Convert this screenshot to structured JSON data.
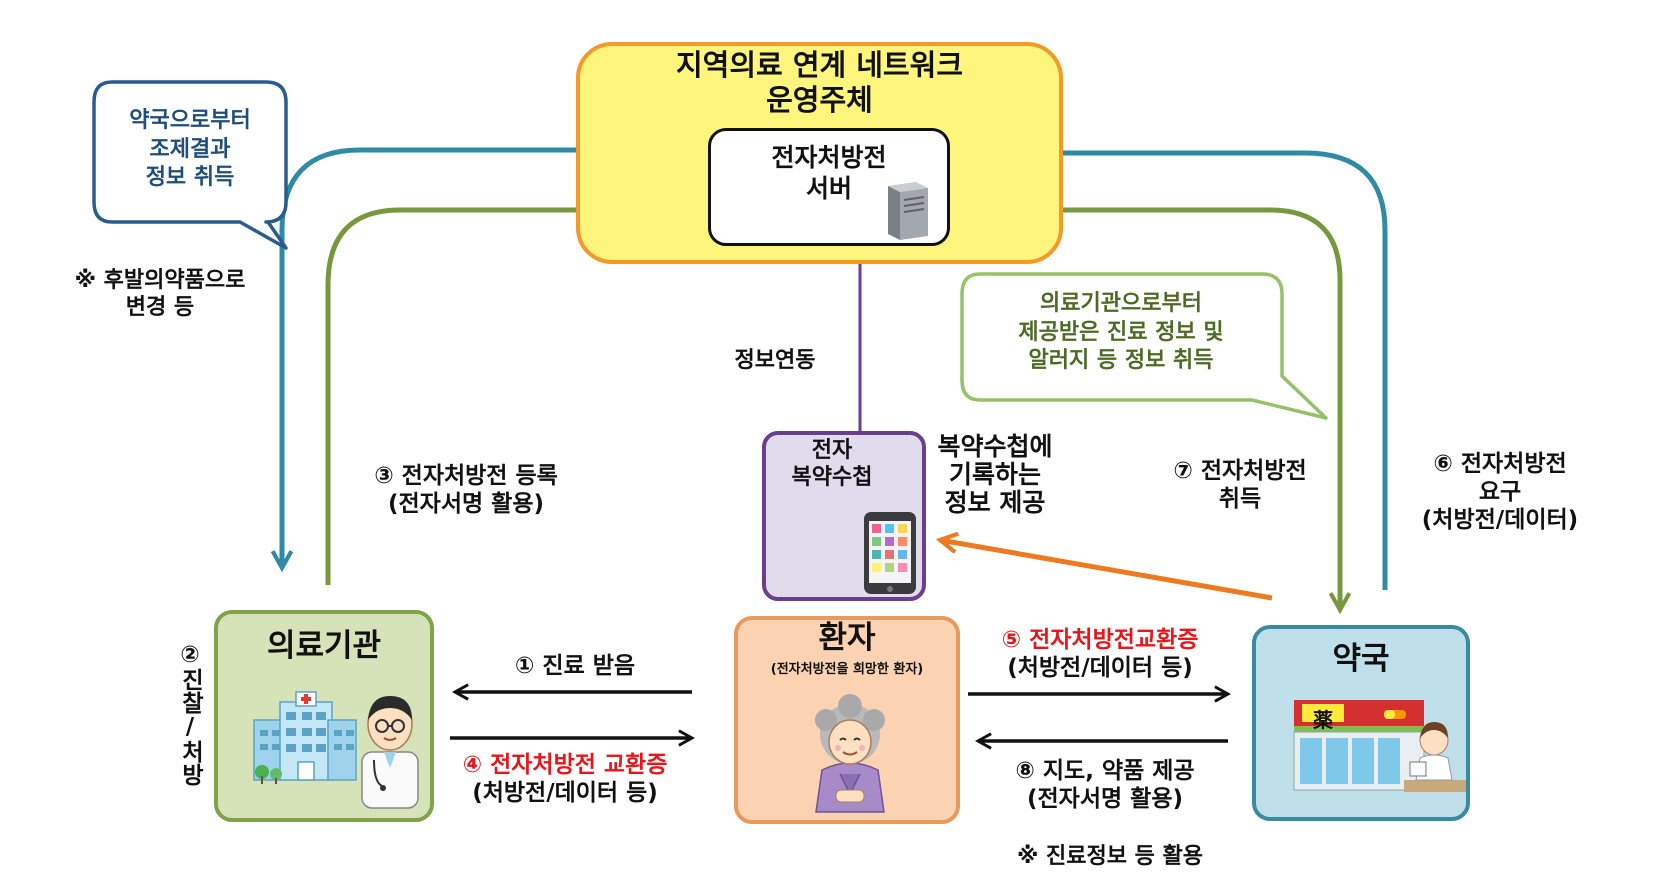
{
  "network": {
    "title_line1": "지역의료 연계 네트워크",
    "title_line2": "운영주체",
    "server_line1": "전자처방전",
    "server_line2": "서버"
  },
  "bubble_left": {
    "line1": "약국으로부터",
    "line2": "조제결과",
    "line3": "정보 취득"
  },
  "note_generic": {
    "line1": "※ 후발의약품으로",
    "line2": "변경 등"
  },
  "bubble_right": {
    "line1": "의료기관으로부터",
    "line2": "제공받은 진료 정보 및",
    "line3": "알러지 등 정보 취득"
  },
  "info_link": "정보연동",
  "handbook": {
    "line1": "전자",
    "line2": "복약수첩"
  },
  "handbook_note": {
    "line1": "복약수첩에",
    "line2": "기록하는",
    "line3": "정보 제공"
  },
  "hospital": {
    "title": "의료기관"
  },
  "patient": {
    "title": "환자",
    "subtitle": "(전자처방전을 희망한 환자)"
  },
  "pharmacy": {
    "title": "약국",
    "sign": "薬"
  },
  "steps": {
    "s1": "① 진료 받음",
    "s2": "②진찰/처방",
    "s3_line1": "③ 전자처방전  등록",
    "s3_line2": "(전자서명 활용)",
    "s4_line1": "④ 전자처방전 교환증",
    "s4_line2": "(처방전/데이터 등)",
    "s5_line1": "⑤ 전자처방전교환증",
    "s5_line2": "(처방전/데이터 등)",
    "s6_line1": "⑥ 전자처방전",
    "s6_line2": "요구",
    "s6_line3": "(처방전/데이터)",
    "s7_line1": "⑦ 전자처방전",
    "s7_line2": "취득",
    "s8_line1": "⑧ 지도, 약품 제공",
    "s8_line2": "(전자서명 활용)"
  },
  "note_bottom": "※ 진료정보 등 활용",
  "colors": {
    "network_fill": "#fdf57c",
    "network_border": "#f59a29",
    "hospital_fill": "#d6e3b9",
    "hospital_border": "#7fa24a",
    "patient_fill": "#fbd3b2",
    "patient_border": "#e79a5b",
    "pharmacy_fill": "#bfe0ea",
    "pharmacy_border": "#3a8aa0",
    "handbook_fill": "#e1dcec",
    "handbook_border": "#6a3f8e",
    "teal_arrow": "#2f8aa6",
    "green_arrow": "#77983c",
    "orange_arrow": "#ee7a1f",
    "highlight_red": "#e8161b"
  }
}
